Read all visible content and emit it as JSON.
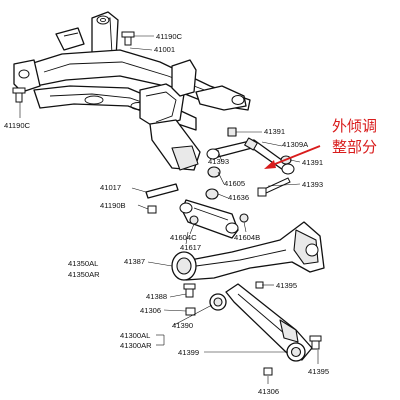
{
  "diagram": {
    "callouts": [
      {
        "id": "41190c_top",
        "text": "41190C"
      },
      {
        "id": "41001",
        "text": "41001"
      },
      {
        "id": "41190c_left",
        "text": "41190C"
      },
      {
        "id": "41391_a",
        "text": "41391"
      },
      {
        "id": "41309a",
        "text": "41309A"
      },
      {
        "id": "41391_b",
        "text": "41391"
      },
      {
        "id": "41393_top",
        "text": "41393"
      },
      {
        "id": "41393_right",
        "text": "41393"
      },
      {
        "id": "41605",
        "text": "41605"
      },
      {
        "id": "41017",
        "text": "41017"
      },
      {
        "id": "41636",
        "text": "41636"
      },
      {
        "id": "41190b",
        "text": "41190B"
      },
      {
        "id": "41604c",
        "text": "41604C"
      },
      {
        "id": "41604b",
        "text": "41604B"
      },
      {
        "id": "41617",
        "text": "41617"
      },
      {
        "id": "41350al",
        "text": "41350AL"
      },
      {
        "id": "41350ar",
        "text": "41350AR"
      },
      {
        "id": "41387",
        "text": "41387"
      },
      {
        "id": "41395_top",
        "text": "41395"
      },
      {
        "id": "41388",
        "text": "41388"
      },
      {
        "id": "41306_top",
        "text": "41306"
      },
      {
        "id": "41390",
        "text": "41390"
      },
      {
        "id": "41300al",
        "text": "41300AL"
      },
      {
        "id": "41300ar",
        "text": "41300AR"
      },
      {
        "id": "41399",
        "text": "41399"
      },
      {
        "id": "41395_bottom",
        "text": "41395"
      },
      {
        "id": "41306_bottom",
        "text": "41306"
      }
    ],
    "annotation": {
      "line1": "外倾调",
      "line2": "整部分",
      "color": "#d91c1c"
    }
  }
}
